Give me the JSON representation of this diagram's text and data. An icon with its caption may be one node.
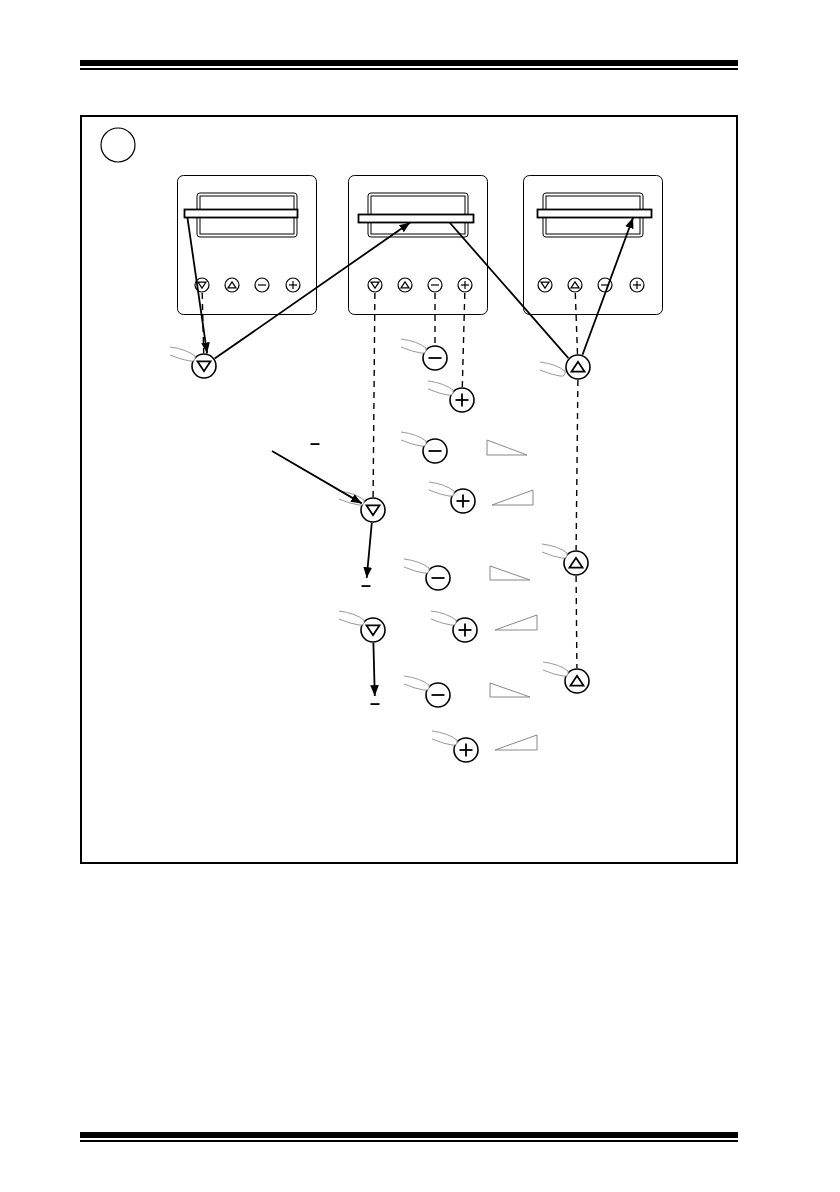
{
  "diagram": {
    "nodes": [
      {
        "text": [],
        "shape": "circle"
      },
      {
        "text": [],
        "shape": "box"
      },
      {
        "text": [],
        "shape": "bar",
        "in": 1
      },
      {
        "text": [],
        "shape": "circle",
        "in": 1
      },
      {
        "text": [],
        "shape": "circle",
        "in": 1
      },
      {
        "text": [],
        "shape": "circle",
        "in": 1
      },
      {
        "text": [],
        "shape": "circle",
        "in": 1
      },
      {
        "text": [],
        "shape": "box"
      },
      {
        "text": [],
        "shape": "bar",
        "in": 7
      },
      {
        "text": [],
        "shape": "circle",
        "in": 7
      },
      {
        "text": [],
        "shape": "circle",
        "in": 7
      },
      {
        "text": [],
        "shape": "circle",
        "in": 7
      },
      {
        "text": [],
        "shape": "circle",
        "in": 7
      },
      {
        "text": [],
        "shape": "box"
      },
      {
        "text": [],
        "shape": "bar",
        "in": 13
      },
      {
        "text": [],
        "shape": "circle",
        "in": 13
      },
      {
        "text": [],
        "shape": "circle",
        "in": 13
      },
      {
        "text": [],
        "shape": "circle",
        "in": 13
      },
      {
        "text": [],
        "shape": "circle",
        "in": 13
      },
      {
        "text": [],
        "shape": "circle"
      },
      {
        "text": [],
        "shape": "circle"
      },
      {
        "text": [],
        "shape": "circle"
      },
      {
        "text": [],
        "shape": "circle"
      },
      {
        "text": [],
        "shape": "circle"
      },
      {
        "text": [],
        "shape": "circle"
      },
      {
        "text": [],
        "shape": "circle"
      },
      {
        "text": [],
        "shape": "circle"
      },
      {
        "text": [],
        "shape": "circle"
      },
      {
        "text": [
          "–"
        ]
      },
      {
        "text": [],
        "shape": "circle"
      },
      {
        "text": [],
        "shape": "circle"
      },
      {
        "text": [],
        "shape": "circle"
      },
      {
        "text": [],
        "shape": "circle"
      },
      {
        "text": [
          "–"
        ]
      },
      {
        "text": [],
        "shape": "circle"
      }
    ],
    "edges": [
      {
        "from": 2,
        "to": 20,
        "arrow": "to"
      },
      {
        "from": 20,
        "to": 8,
        "arrow": "to"
      },
      {
        "from": 8,
        "to": 21,
        "arrow": "none"
      },
      {
        "from": 21,
        "to": 14,
        "arrow": "to"
      },
      {
        "from": null,
        "to": 25,
        "arrow": "to",
        "label": "–"
      },
      {
        "from": 25,
        "to": 28,
        "arrow": "to"
      },
      {
        "from": 30,
        "to": 33,
        "arrow": "to"
      },
      {
        "from": 3,
        "to": 20,
        "arrow": "none",
        "style": "dashed"
      },
      {
        "from": 9,
        "to": 25,
        "arrow": "none",
        "style": "dashed"
      },
      {
        "from": 11,
        "to": 19,
        "arrow": "none",
        "style": "dashed"
      },
      {
        "from": 12,
        "to": 22,
        "arrow": "none",
        "style": "dashed"
      },
      {
        "from": 16,
        "to": 21,
        "arrow": "none",
        "style": "dashed"
      },
      {
        "from": 21,
        "to": 26,
        "arrow": "none",
        "style": "dashed"
      },
      {
        "from": 26,
        "to": 31,
        "arrow": "none",
        "style": "dashed"
      }
    ]
  }
}
